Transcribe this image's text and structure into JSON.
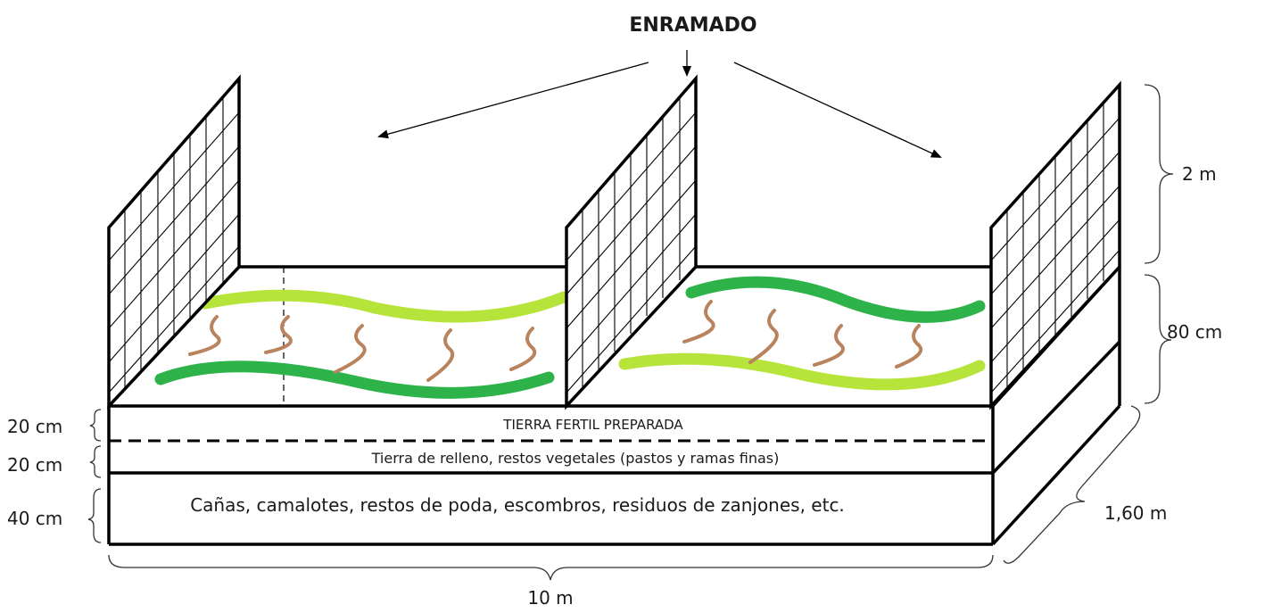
{
  "title": "ENRAMADO",
  "dimensions": {
    "trellis_height": "2 m",
    "bed_height": "80 cm",
    "width": "1,60 m",
    "length": "10 m",
    "layer1": "20 cm",
    "layer2": "20 cm",
    "layer3": "40 cm"
  },
  "layers": {
    "top": "TIERRA FERTIL PREPARADA",
    "middle": "Tierra de relleno, restos vegetales (pastos y ramas finas)",
    "bottom": "Cañas, camalotes, restos de poda, escombros, residuos de zanjones, etc."
  },
  "colors": {
    "light_green": "#b7e43a",
    "dark_green": "#2db34a",
    "root_brown": "#b9835d"
  }
}
